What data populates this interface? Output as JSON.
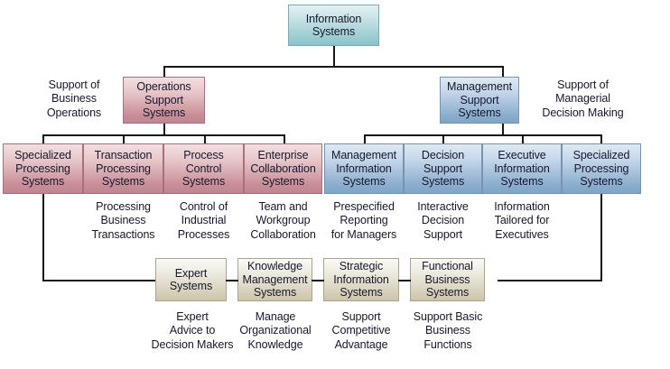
{
  "diagram": {
    "title": "Information Systems classification hierarchy",
    "background_color": "#ffffff",
    "line_color": "#16161a",
    "palette": {
      "root": "#9ecdd3",
      "operations": "#c98f98",
      "management": "#8fb0cf",
      "cross_functional": "#d6cfb8"
    }
  },
  "root": {
    "label": "Information\nSystems"
  },
  "branches": {
    "left": {
      "side_caption": "Support of\nBusiness\nOperations",
      "box_label": "Operations\nSupport\nSystems"
    },
    "right": {
      "box_label": "Management\nSupport\nSystems",
      "side_caption": "Support of\nManagerial\nDecision Making"
    }
  },
  "operations_children": [
    {
      "label": "Specialized\nProcessing\nSystems",
      "caption": ""
    },
    {
      "label": "Transaction\nProcessing\nSystems",
      "caption": "Processing\nBusiness\nTransactions"
    },
    {
      "label": "Process\nControl\nSystems",
      "caption": "Control of\nIndustrial\nProcesses"
    },
    {
      "label": "Enterprise\nCollaboration\nSystems",
      "caption": "Team and\nWorkgroup\nCollaboration"
    }
  ],
  "management_children": [
    {
      "label": "Management\nInformation\nSystems",
      "caption": "Prespecified\nReporting\nfor Managers"
    },
    {
      "label": "Decision\nSupport\nSystems",
      "caption": "Interactive\nDecision\nSupport"
    },
    {
      "label": "Executive\nInformation\nSystems",
      "caption": "Information\nTailored for\nExecutives"
    },
    {
      "label": "Specialized\nProcessing\nSystems",
      "caption": ""
    }
  ],
  "specialized_children": [
    {
      "label": "Expert\nSystems",
      "caption": "Expert\nAdvice to\nDecision Makers"
    },
    {
      "label": "Knowledge\nManagement\nSystems",
      "caption": "Manage\nOrganizational\nKnowledge"
    },
    {
      "label": "Strategic\nInformation\nSystems",
      "caption": "Support\nCompetitive\nAdvantage"
    },
    {
      "label": "Functional\nBusiness\nSystems",
      "caption": "Support Basic\nBusiness\nFunctions"
    }
  ]
}
